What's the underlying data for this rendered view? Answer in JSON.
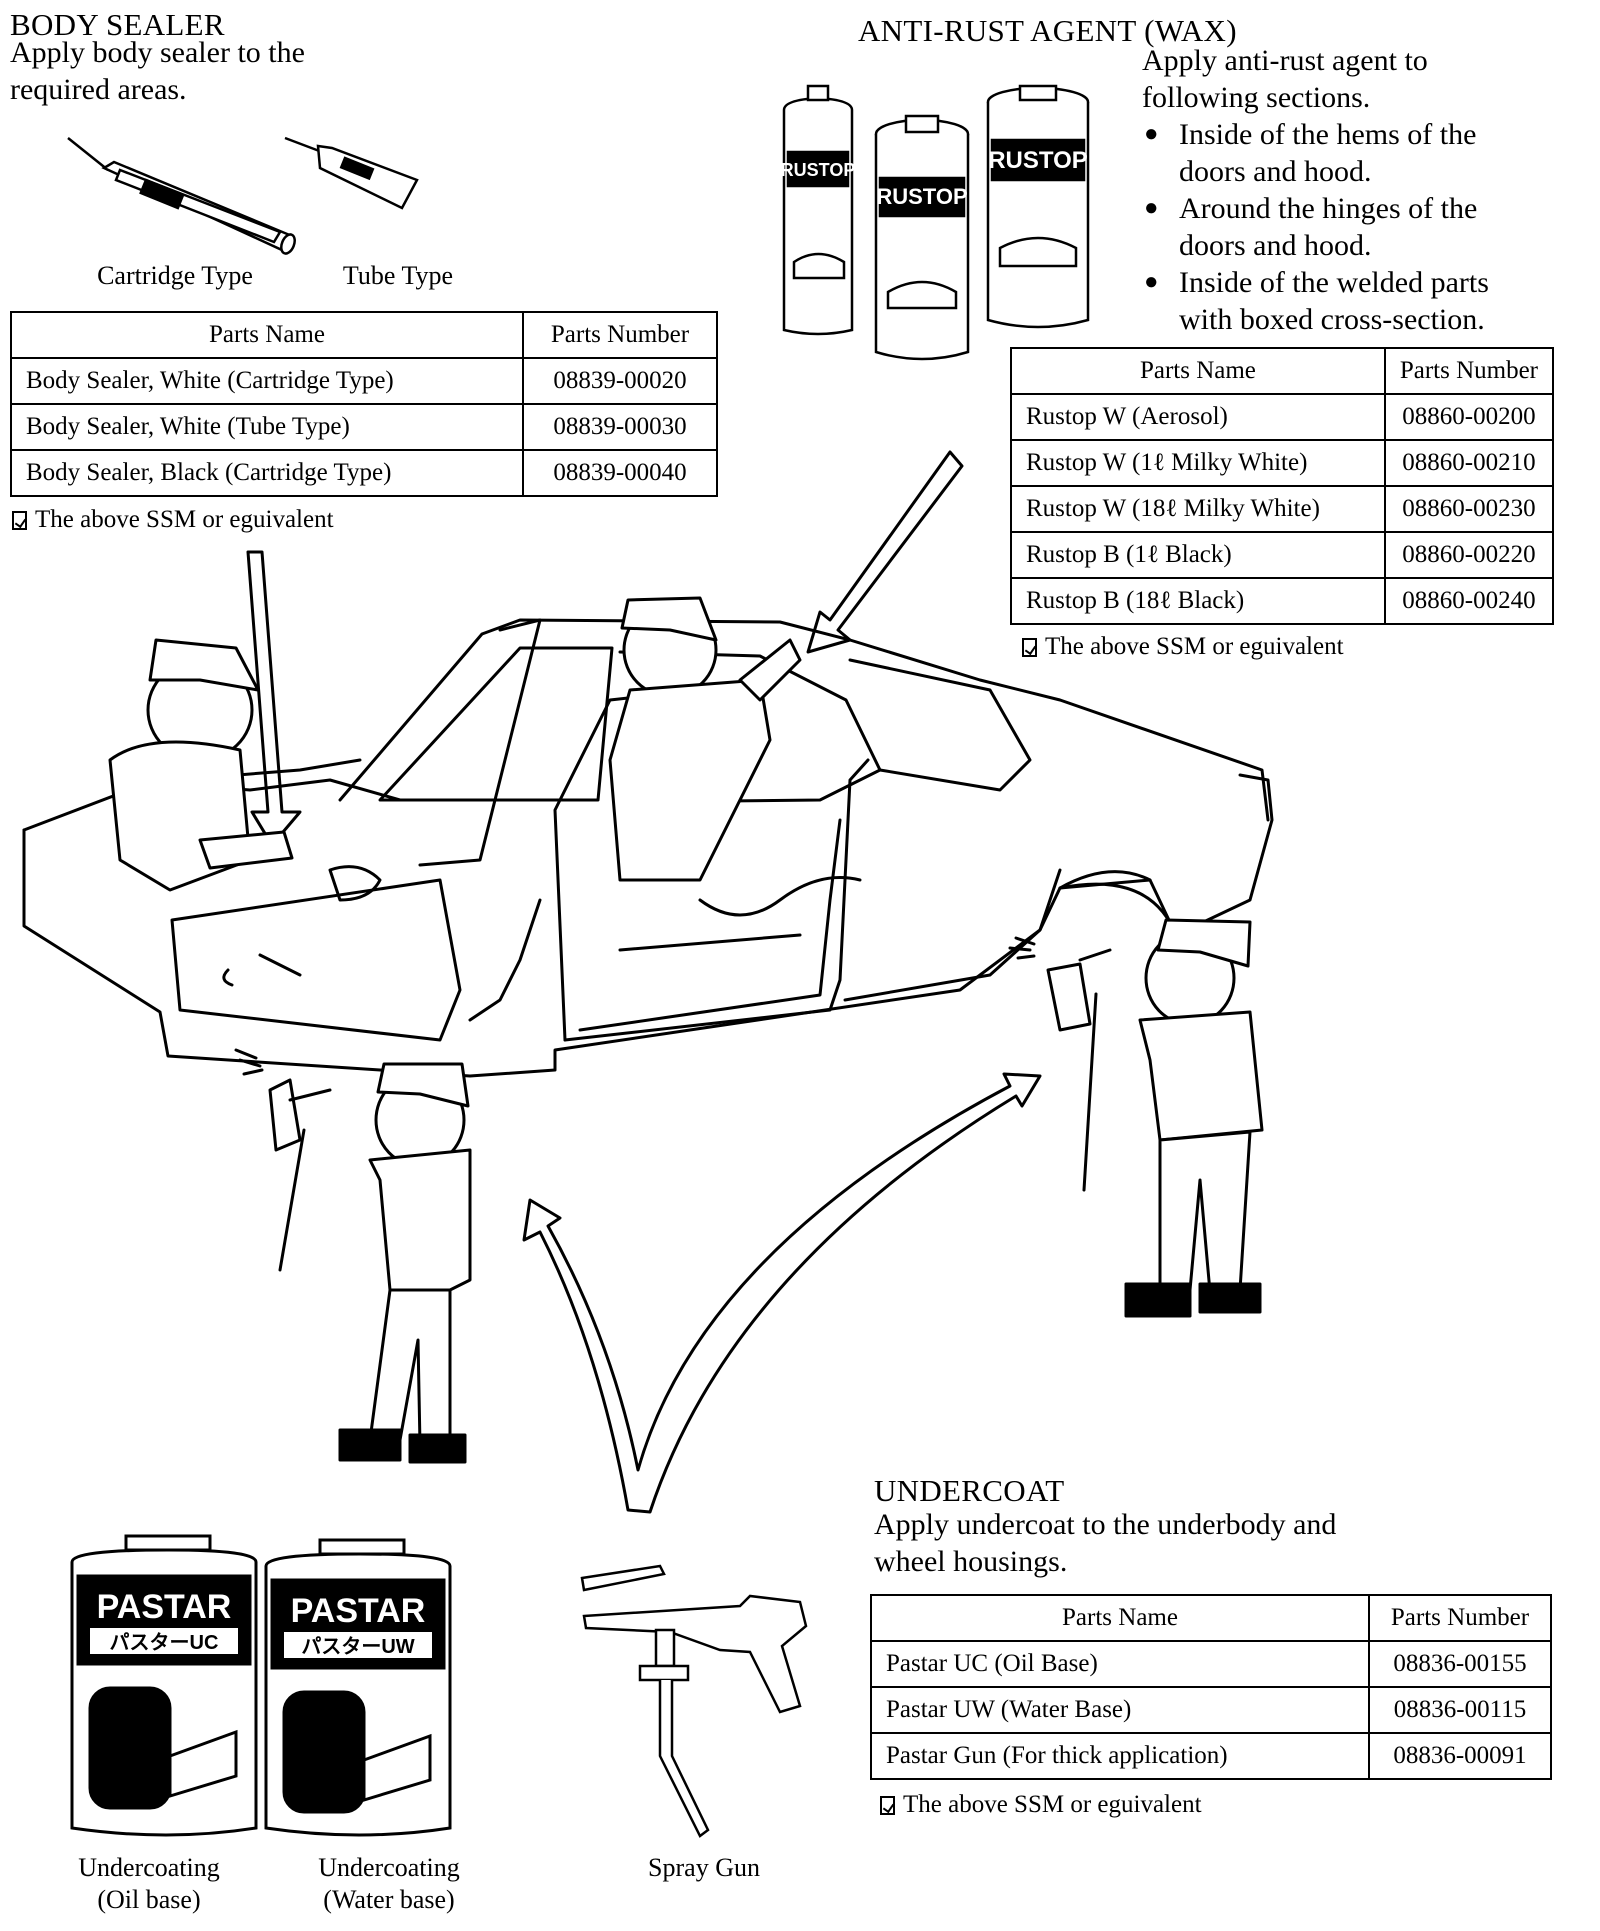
{
  "body_sealer": {
    "heading": "BODY SEALER",
    "desc_line1": "Apply body sealer to the",
    "desc_line2": "required areas.",
    "caption_cartridge": "Cartridge Type",
    "caption_tube": "Tube Type",
    "table": {
      "header": [
        "Parts Name",
        "Parts Number"
      ],
      "rows": [
        [
          "Body Sealer, White (Cartridge Type)",
          "08839-00020"
        ],
        [
          "Body Sealer, White (Tube Type)",
          "08839-00030"
        ],
        [
          "Body Sealer, Black (Cartridge Type)",
          "08839-00040"
        ]
      ]
    },
    "note": "The above SSM or eguivalent"
  },
  "anti_rust": {
    "heading": "ANTI-RUST AGENT (WAX)",
    "desc_line1": "Apply anti-rust agent to",
    "desc_line2": "following sections.",
    "bullets": [
      {
        "line1": "Inside of the hems of the",
        "line2": "doors and hood."
      },
      {
        "line1": "Around the hinges of the",
        "line2": "doors and hood."
      },
      {
        "line1": "Inside of the welded parts",
        "line2": "with boxed cross-section."
      }
    ],
    "can_brand": "RUSTOP",
    "table": {
      "header": [
        "Parts Name",
        "Parts Number"
      ],
      "rows": [
        [
          "Rustop W (Aerosol)",
          "08860-00200"
        ],
        [
          "Rustop W (1ℓ Milky White)",
          "08860-00210"
        ],
        [
          "Rustop W (18ℓ Milky White)",
          "08860-00230"
        ],
        [
          "Rustop B (1ℓ Black)",
          "08860-00220"
        ],
        [
          "Rustop B (18ℓ Black)",
          "08860-00240"
        ]
      ]
    },
    "note": "The above SSM or eguivalent"
  },
  "undercoat": {
    "heading": "UNDERCOAT",
    "desc_line1": "Apply undercoat to the underbody and",
    "desc_line2": "wheel housings.",
    "table": {
      "header": [
        "Parts Name",
        "Parts Number"
      ],
      "rows": [
        [
          "Pastar UC (Oil Base)",
          "08836-00155"
        ],
        [
          "Pastar UW (Water Base)",
          "08836-00115"
        ],
        [
          "Pastar Gun (For thick application)",
          "08836-00091"
        ]
      ]
    },
    "note": "The above SSM or eguivalent",
    "can_brand": "PASTAR",
    "can1_sub": "パスターUC",
    "can2_sub": "パスターUW",
    "caption_oil_line1": "Undercoating",
    "caption_oil_line2": "(Oil base)",
    "caption_water_line1": "Undercoating",
    "caption_water_line2": "(Water base)",
    "caption_gun": "Spray Gun"
  },
  "icons": {
    "note": "note-page-icon",
    "line_color": "#000000",
    "background": "#ffffff"
  }
}
